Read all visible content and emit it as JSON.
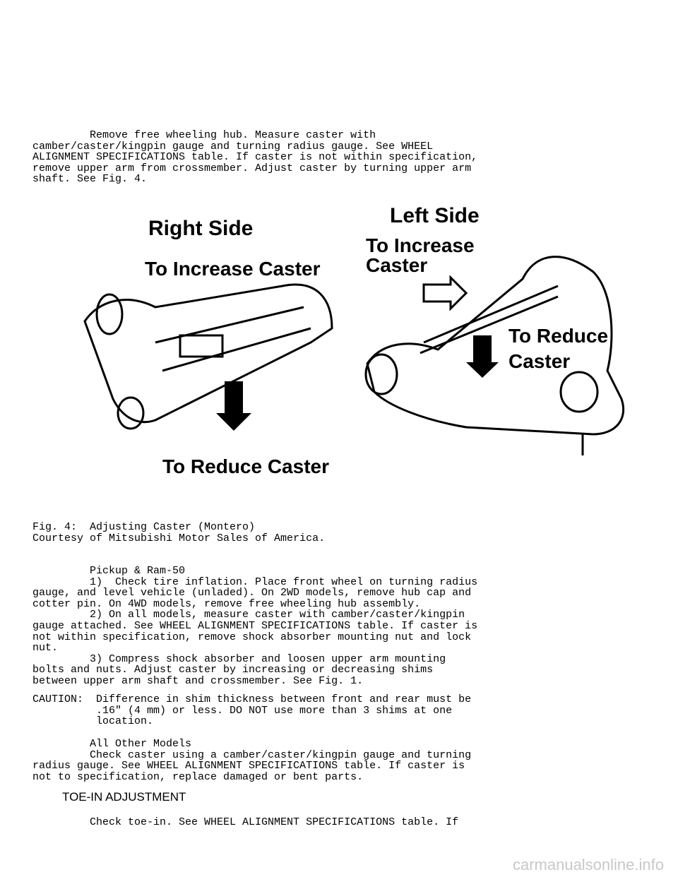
{
  "intro": "         Remove free wheeling hub. Measure caster with\ncamber/caster/kingpin gauge and turning radius gauge. See WHEEL\nALIGNMENT SPECIFICATIONS table. If caster is not within specification,\nremove upper arm from crossmember. Adjust caster by turning upper arm\nshaft. See Fig. 4.",
  "figure": {
    "right_side": "Right Side",
    "right_increase": "To Increase Caster",
    "right_reduce": "To Reduce Caster",
    "left_side": "Left Side",
    "left_increase_1": "To Increase",
    "left_increase_2": "Caster",
    "left_reduce_1": "To Reduce",
    "left_reduce_2": "Caster"
  },
  "caption": "Fig. 4:  Adjusting Caster (Montero)\nCourtesy of Mitsubishi Motor Sales of America.",
  "pickup": "         Pickup & Ram-50\n         1)  Check tire inflation. Place front wheel on turning radius\ngauge, and level vehicle (unladed). On 2WD models, remove hub cap and\ncotter pin. On 4WD models, remove free wheeling hub assembly.\n         2) On all models, measure caster with camber/caster/kingpin\ngauge attached. See WHEEL ALIGNMENT SPECIFICATIONS table. If caster is\nnot within specification, remove shock absorber mounting nut and lock\nnut.\n         3) Compress shock absorber and loosen upper arm mounting\nbolts and nuts. Adjust caster by increasing or decreasing shims\nbetween upper arm shaft and crossmember. See Fig. 1.",
  "caution": "CAUTION:  Difference in shim thickness between front and rear must be\n          .16\" (4 mm) or less. DO NOT use more than 3 shims at one\n          location.",
  "other": "         All Other Models\n         Check caster using a camber/caster/kingpin gauge and turning\nradius gauge. See WHEEL ALIGNMENT SPECIFICATIONS table. If caster is\nnot to specification, replace damaged or bent parts.",
  "heading": "TOE-IN ADJUSTMENT",
  "last": "         Check toe-in. See WHEEL ALIGNMENT SPECIFICATIONS table. If",
  "watermark": "carmanualsonline.info"
}
